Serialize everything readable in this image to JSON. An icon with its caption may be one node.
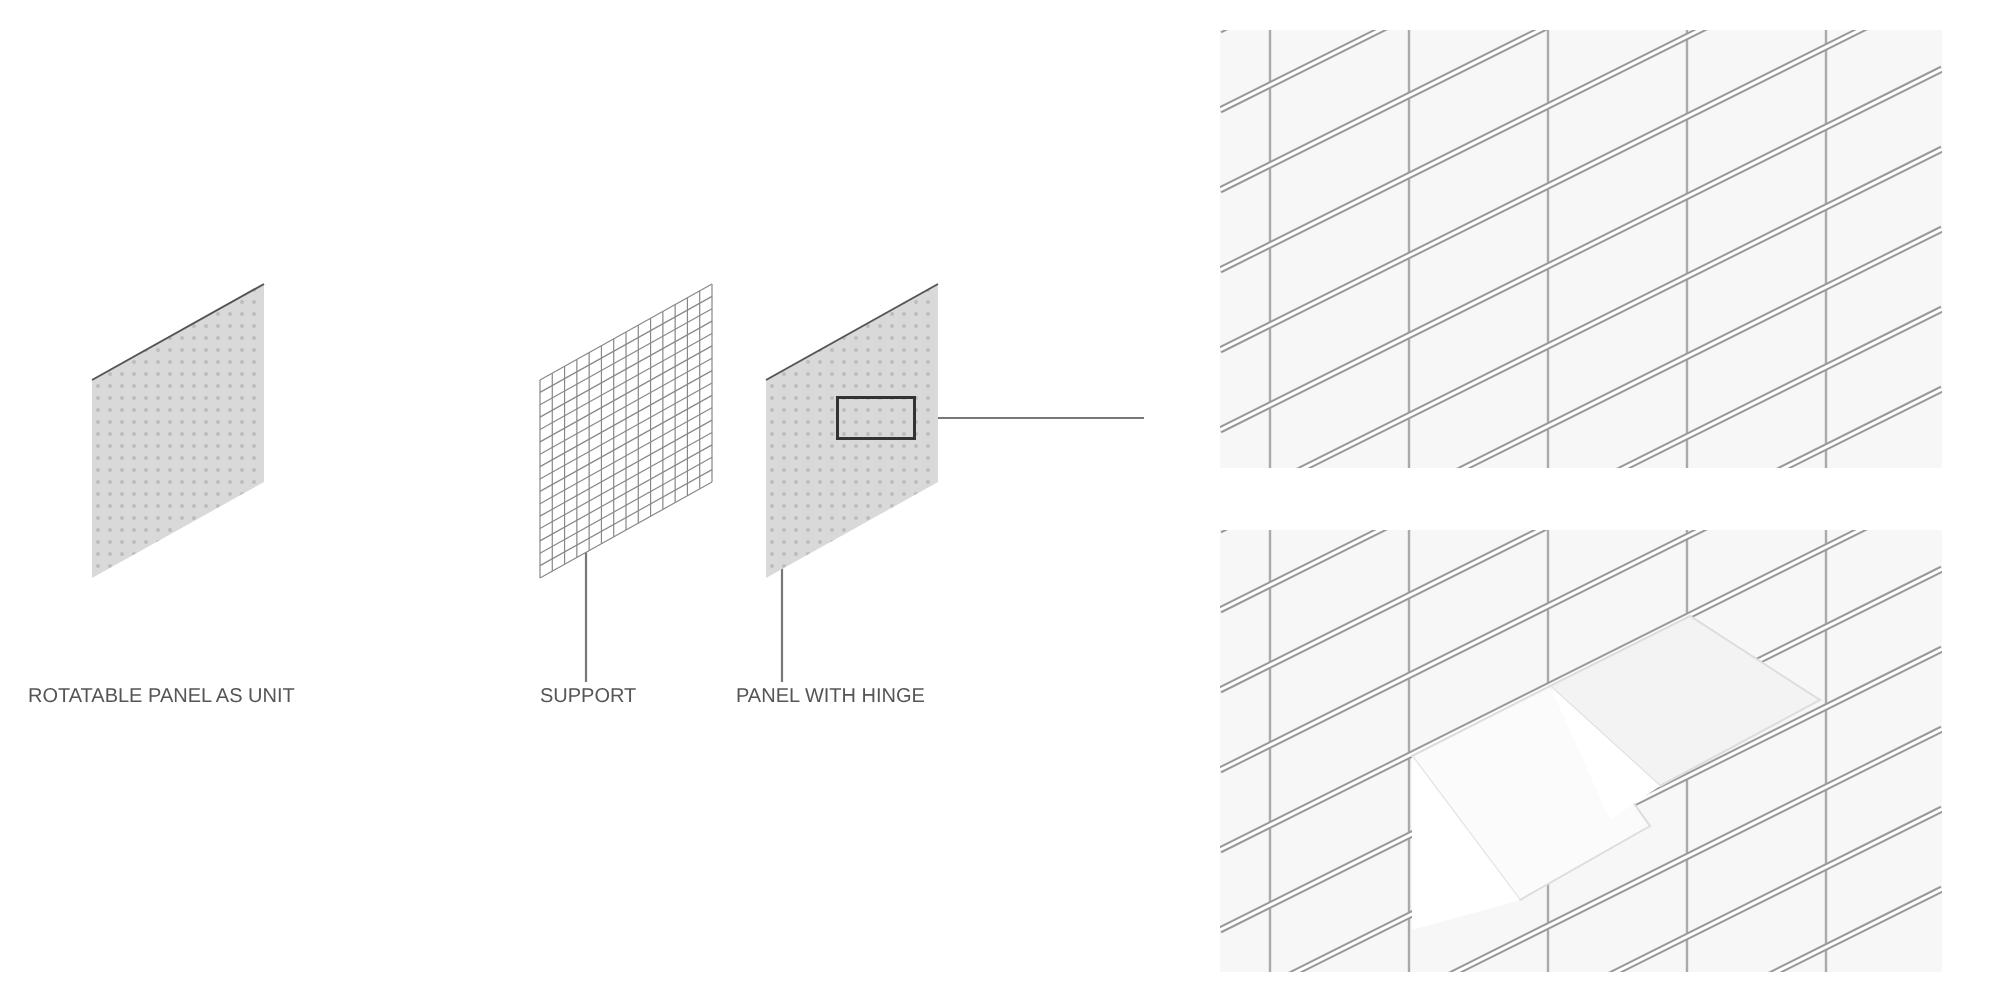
{
  "diagram": {
    "nodes": [
      {
        "text": [
          "SUPPORT"
        ]
      },
      {
        "text": [],
        "shape": "picture"
      },
      {
        "text": [
          "PANEL WITH HINGE"
        ]
      },
      {
        "text": [],
        "shape": "picture"
      },
      {
        "text": [],
        "shape": "box",
        "in": 3
      },
      {
        "text": [],
        "shape": "picture"
      },
      {
        "text": [],
        "shape": "picture"
      }
    ],
    "edges": [
      {
        "from": 0,
        "to": 1,
        "arrow": "none"
      },
      {
        "from": 2,
        "to": 3,
        "arrow": "none"
      },
      {
        "from": 4,
        "to": null,
        "arrow": "none"
      }
    ],
    "labels": [
      "ROTATABLE PANEL AS UNIT"
    ]
  }
}
